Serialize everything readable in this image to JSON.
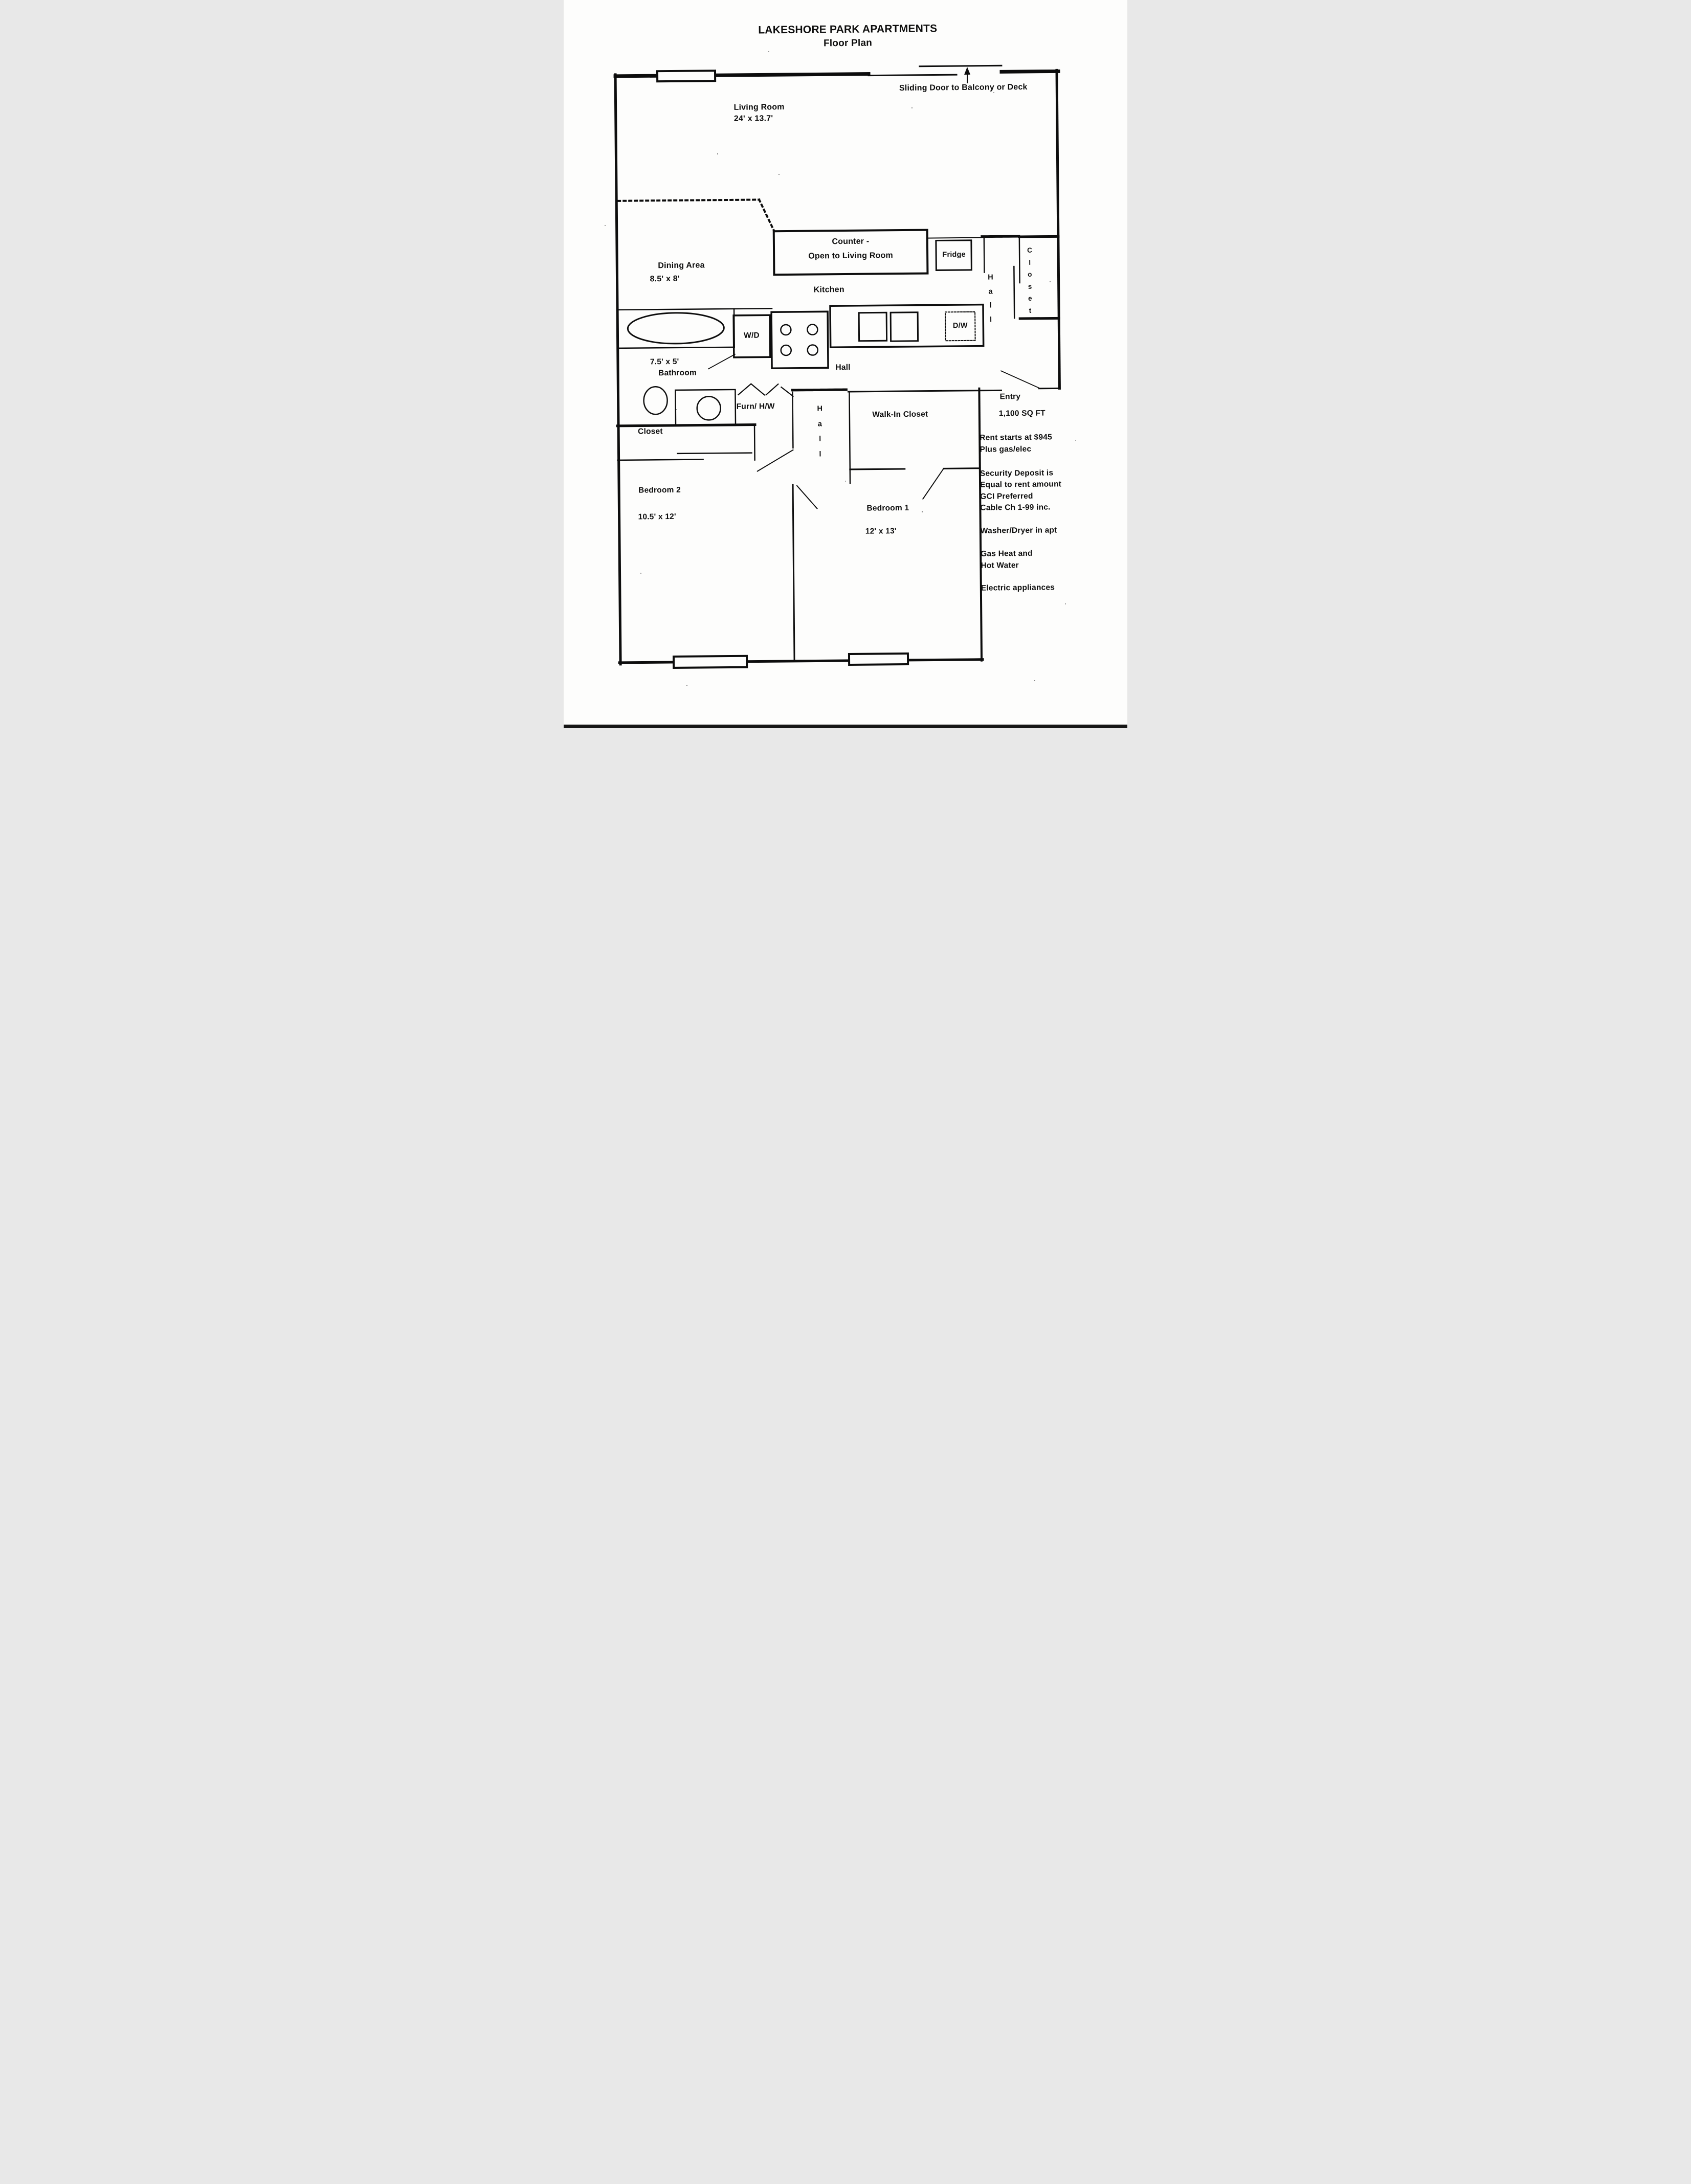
{
  "page": {
    "title_line1": "LAKESHORE PARK APARTMENTS",
    "title_line2": "Floor Plan"
  },
  "annotations": {
    "sliding_door": "Sliding Door to Balcony or Deck",
    "entry": "Entry",
    "sqft": "1,100 SQ FT"
  },
  "rooms": {
    "living": {
      "name": "Living Room",
      "dims": "24' x 13.7'"
    },
    "dining": {
      "name": "Dining Area",
      "dims": "8.5' x 8'"
    },
    "kitchen": {
      "name": "Kitchen"
    },
    "bathroom": {
      "name": "Bathroom",
      "dims": "7.5' x 5'"
    },
    "bedroom1": {
      "name": "Bedroom 1",
      "dims": "12' x 13'"
    },
    "bedroom2": {
      "name": "Bedroom 2",
      "dims": "10.5' x 12'"
    },
    "walk_in_closet": {
      "name": "Walk-In Closet"
    },
    "closet_lower": {
      "name": "Closet"
    },
    "closet_vertical": {
      "name": "Closet"
    },
    "hall_upper_vertical": {
      "name": "Hall"
    },
    "hall_lower_vertical": {
      "name": "Hall"
    },
    "hall_kitchen": {
      "name": "Hall"
    }
  },
  "fixtures": {
    "counter_line1": "Counter -",
    "counter_line2": "Open to Living Room",
    "fridge": "Fridge",
    "washer_dryer": "W/D",
    "dishwasher": "D/W",
    "furnace": "Furn/ H/W"
  },
  "notes": {
    "rent1": "Rent starts at $945",
    "rent2": "Plus gas/elec",
    "deposit1": "Security Deposit is",
    "deposit2": "Equal to rent amount",
    "cable1": "GCI Preferred",
    "cable2": "Cable Ch 1-99 inc.",
    "laundry": "Washer/Dryer in apt",
    "heat1": "Gas Heat and",
    "heat2": "Hot Water",
    "electric": "Electric appliances"
  }
}
